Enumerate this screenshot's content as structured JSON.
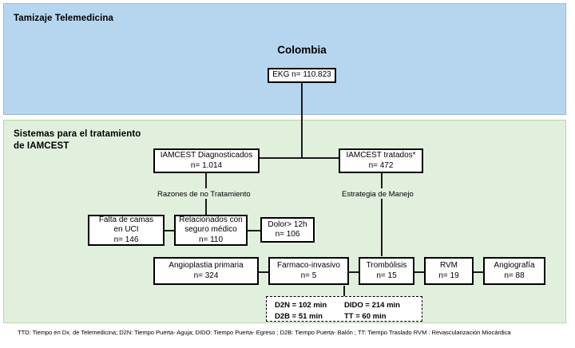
{
  "panels": {
    "telemedicina": {
      "title": "Tamizaje Telemedicina"
    },
    "iamcest": {
      "title": "Sistemas para el tratamiento de IAMCEST"
    }
  },
  "country": {
    "title": "Colombia"
  },
  "nodes": {
    "ekg": {
      "line1": "EKG n= 110.823"
    },
    "diagnosticados": {
      "line1": "IAMCEST Diagnosticados",
      "line2": "n= 1.014"
    },
    "tratados": {
      "line1": "IAMCEST tratados*",
      "line2": "n= 472"
    },
    "falta_camas": {
      "line1": "Falta de camas",
      "line2": "en UCI",
      "line3": "n= 146"
    },
    "seguro_medico": {
      "line1": "Relacionados con",
      "line2": "seguro médico",
      "line3": "n= 110"
    },
    "dolor_12h": {
      "line1": "Dolor> 12h",
      "line2": "n= 106"
    },
    "angioplastia": {
      "line1": "Angioplastia primaria",
      "line2": "n= 324"
    },
    "farmaco": {
      "line1": "Farmaco-invasivo",
      "line2": "n= 5"
    },
    "trombolisis": {
      "line1": "Trombólisis",
      "line2": "n= 15"
    },
    "rvm": {
      "line1": "RVM",
      "line2": "n= 19"
    },
    "angiografia": {
      "line1": "Angiografía",
      "line2": "n= 88"
    }
  },
  "labels": {
    "razones": "Razones de no Tratamiento",
    "estrategia": "Estrategia de Manejo"
  },
  "metrics": {
    "d2n": "D2N = 102  min",
    "dido": "DIDO = 214 min",
    "d2b": "D2B = 51 min",
    "tt": "TT = 60 min"
  },
  "footnote": {
    "text": "TTD: Tiempo en Dx. de Telemedicina; D2N: Tiempo Puerta- Aguja; DIDO: Tiempo Puerta- Egreso ; D2B: Tiempo Puerta- Balón ; TT: Tiempo Traslado RVM : Revascularización Miocárdica"
  },
  "colors": {
    "panel_telemedicina_bg": "#b6d6f0",
    "panel_iamcest_bg": "#e1f0dd",
    "node_border": "#000000",
    "node_bg": "#ffffff",
    "connector": "#1a1a1a"
  }
}
